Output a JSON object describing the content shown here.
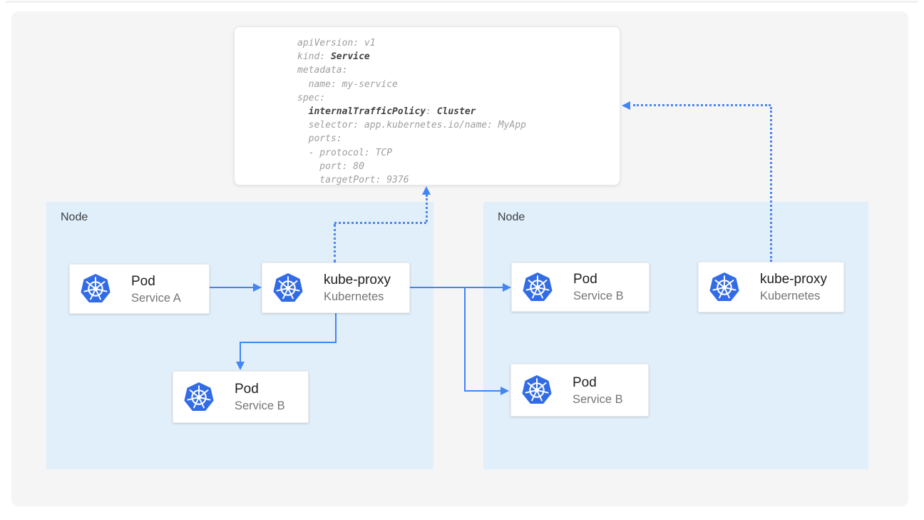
{
  "colors": {
    "accent_blue": "#4285f4",
    "dotted_blue": "#4e86ec",
    "kubernetes_blue": "#326ce5",
    "node_background": "#e1effa",
    "canvas_background": "#f5f5f6",
    "card_title": "#212121",
    "card_subtitle": "#757575",
    "code_regular": "#9e9e9e",
    "code_bold": "#424242"
  },
  "yaml": {
    "lines": [
      [
        {
          "t": "apiVersion: v1"
        }
      ],
      [
        {
          "t": "kind: "
        },
        {
          "t": "Service",
          "b": true
        }
      ],
      [
        {
          "t": "metadata:"
        }
      ],
      [
        {
          "t": "  name: my-service"
        }
      ],
      [
        {
          "t": "spec:"
        }
      ],
      [
        {
          "t": "  "
        },
        {
          "t": "internalTrafficPolicy",
          "b": true
        },
        {
          "t": ": "
        },
        {
          "t": "Cluster",
          "b": true
        }
      ],
      [
        {
          "t": "  selector: app.kubernetes.io/name: MyApp"
        }
      ],
      [
        {
          "t": "  ports:"
        }
      ],
      [
        {
          "t": "  - protocol: TCP"
        }
      ],
      [
        {
          "t": "    port: 80"
        }
      ],
      [
        {
          "t": "    targetPort: 9376"
        }
      ]
    ]
  },
  "nodes": [
    {
      "label": "Node"
    },
    {
      "label": "Node"
    }
  ],
  "cards": [
    {
      "title": "Pod",
      "subtitle": "Service A"
    },
    {
      "title": "kube-proxy",
      "subtitle": "Kubernetes"
    },
    {
      "title": "Pod",
      "subtitle": "Service B"
    },
    {
      "title": "Pod",
      "subtitle": "Service B"
    },
    {
      "title": "Pod",
      "subtitle": "Service B"
    },
    {
      "title": "kube-proxy",
      "subtitle": "Kubernetes"
    }
  ],
  "icons": {
    "kubernetes": "kubernetes-helm-icon"
  }
}
